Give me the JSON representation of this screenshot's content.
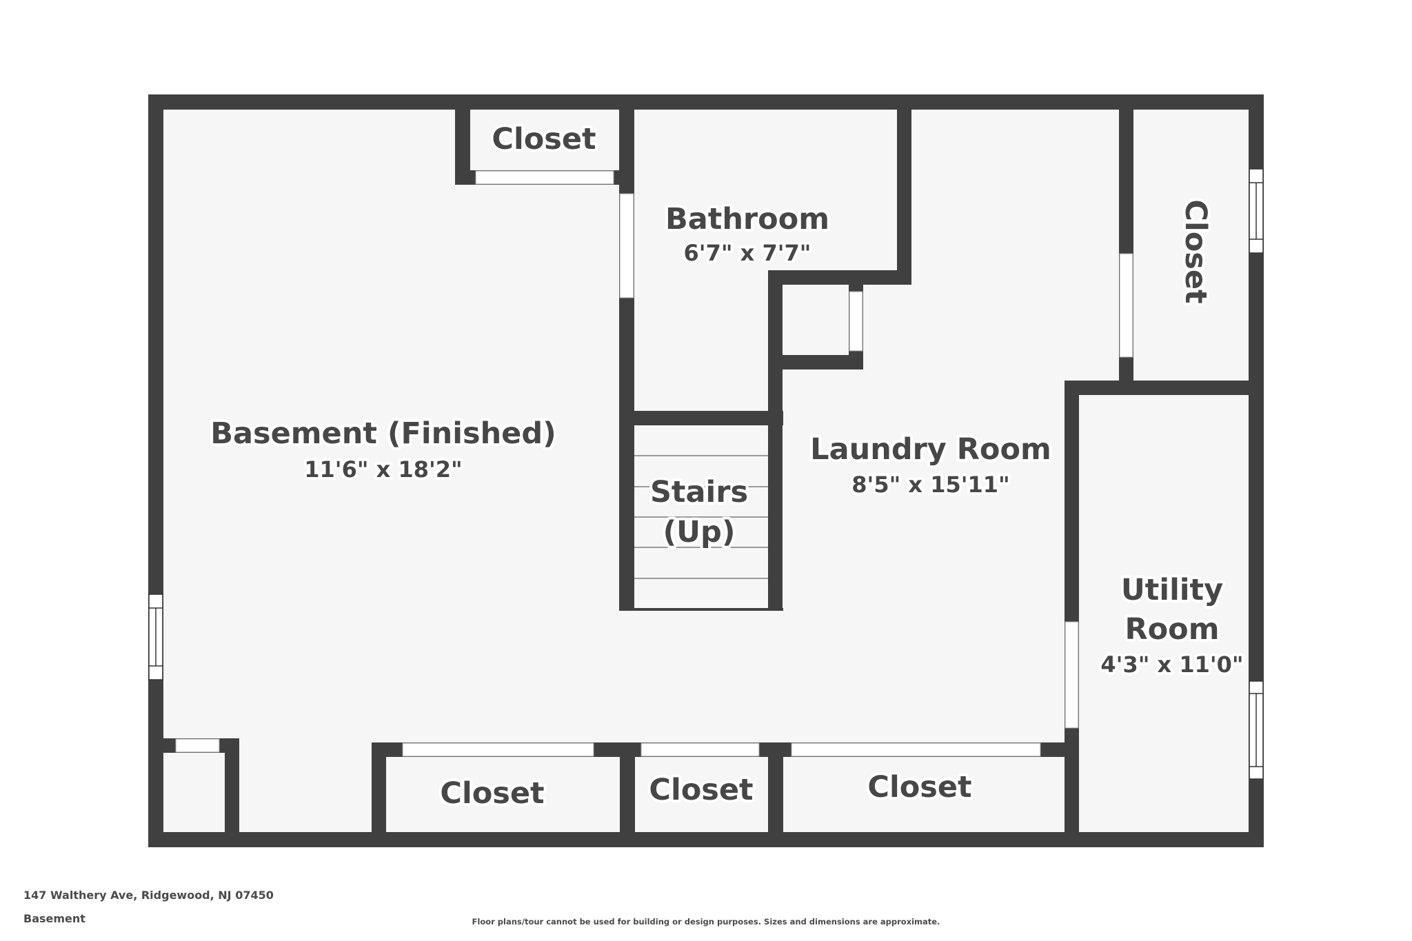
{
  "floor_plan": {
    "address": "147 Walthery Ave, Ridgewood, NJ 07450",
    "level": "Basement",
    "disclaimer": "Floor plans/tour cannot be used for building or design purposes. Sizes and dimensions are approximate.",
    "colors": {
      "wall": "#404040",
      "floor": "#f6f6f6",
      "text": "#474747",
      "door": "#ffffff"
    },
    "rooms": {
      "basement": {
        "name": "Basement (Finished)",
        "dims": "11'6\" x 18'2\""
      },
      "bathroom": {
        "name": "Bathroom",
        "dims": "6'7\" x 7'7\""
      },
      "laundry": {
        "name": "Laundry Room",
        "dims": "8'5\" x 15'11\""
      },
      "stairs": {
        "line1": "Stairs",
        "line2": "(Up)"
      },
      "utility": {
        "line1": "Utility",
        "line2": "Room",
        "dims": "4'3\" x 11'0\""
      },
      "closet_top": {
        "name": "Closet"
      },
      "closet_right": {
        "name": "Closet"
      },
      "closet_bottom_1": {
        "name": "Closet"
      },
      "closet_bottom_2": {
        "name": "Closet"
      },
      "closet_bottom_3": {
        "name": "Closet"
      }
    }
  }
}
